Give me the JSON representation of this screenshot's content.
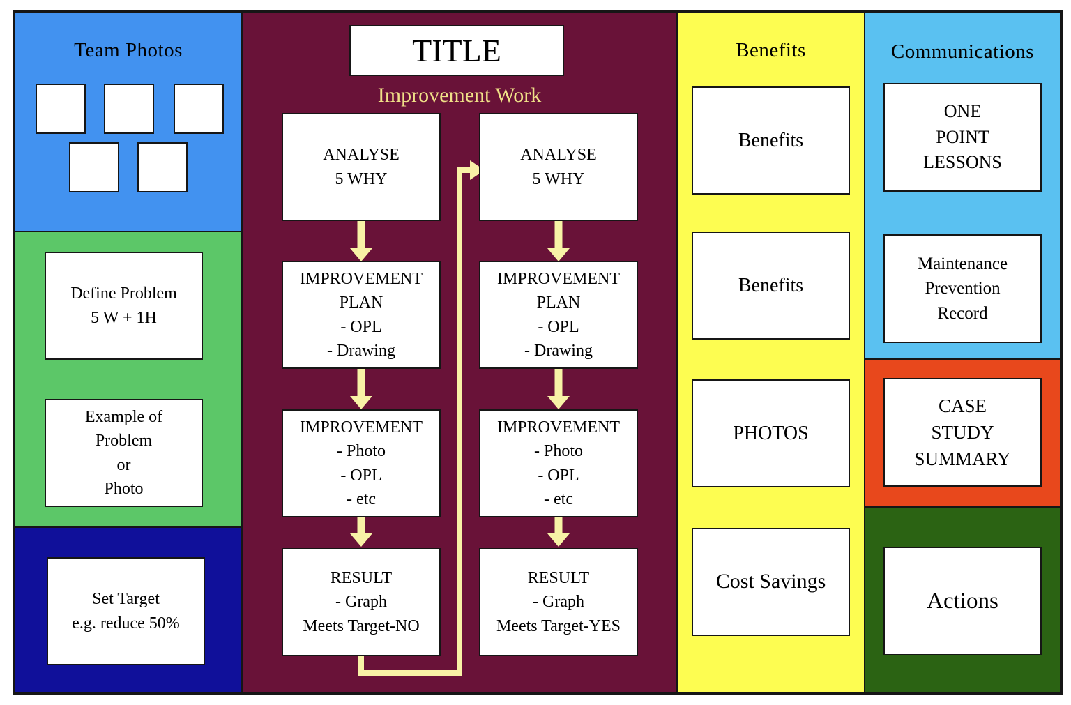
{
  "palette": {
    "team": "#4292f0",
    "problem": "#5cc768",
    "target": "#10109a",
    "center": "#691238",
    "benefits": "#fdfd51",
    "comms": "#5ac1f1",
    "case": "#e8481c",
    "actions": "#2b6313",
    "arrow": "#f8f2a6",
    "subtitle": "#f0e188",
    "box": "#ffffff"
  },
  "left_column": {
    "heading": "Team Photos",
    "photo_count": 5,
    "define_problem": "Define Problem\n5 W + 1H",
    "example_problem": "Example of\nProblem\nor\nPhoto",
    "set_target": "Set Target\ne.g. reduce 50%"
  },
  "center_column": {
    "title": "TITLE",
    "subtitle": "Improvement Work",
    "flow_first_pass": [
      "ANALYSE\n5 WHY",
      "IMPROVEMENT\nPLAN\n- OPL\n- Drawing",
      "IMPROVEMENT\n- Photo\n- OPL\n- etc",
      "RESULT\n- Graph\nMeets Target-NO"
    ],
    "flow_second_pass": [
      "ANALYSE\n5 WHY",
      "IMPROVEMENT\nPLAN\n- OPL\n- Drawing",
      "IMPROVEMENT\n- Photo\n- OPL\n- etc",
      "RESULT\n- Graph\nMeets Target-YES"
    ]
  },
  "benefits_column": {
    "heading": "Benefits",
    "box_1": "Benefits",
    "box_2": "Benefits",
    "box_3": "PHOTOS",
    "box_4": "Cost Savings"
  },
  "communications_column": {
    "heading": "Communications",
    "box_1": "ONE\nPOINT\nLESSONS",
    "box_2": "Maintenance\nPrevention\nRecord",
    "case_study": "CASE\nSTUDY\nSUMMARY",
    "actions": "Actions"
  }
}
